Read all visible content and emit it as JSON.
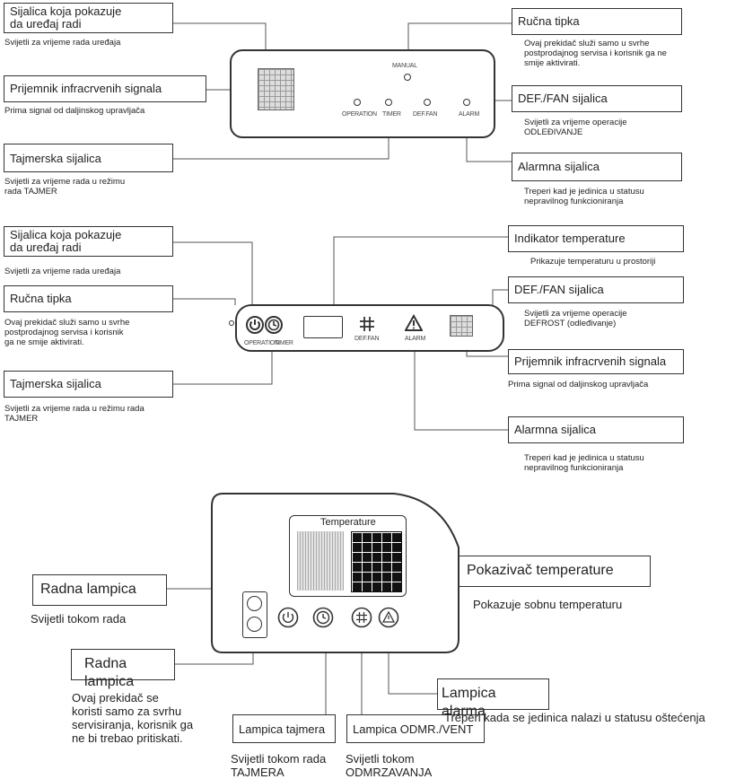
{
  "panel1": {
    "callouts": {
      "operation_lamp": {
        "title": "Sijalica koja pokazuje\nda uređaj radi",
        "desc": "Svijetli za vrijeme rada uređaja"
      },
      "manual_button": {
        "title": "Ručna tipka",
        "desc": "Ovaj prekidač služi samo u svrhe\npostprodajnog servisa i korisnik ga ne\nsmije aktivirati."
      },
      "ir_receiver": {
        "title": "Prijemnik infracrvenih signala",
        "desc": "Prima signal od daljinskog upravljača"
      },
      "def_fan_lamp": {
        "title": "DEF./FAN sijalica",
        "desc": "Svijetli za vrijeme operacije\nODLEĐIVANJE"
      },
      "timer_lamp": {
        "title": "Tajmerska sijalica",
        "desc": "Svijetli za vrijeme rada u režimu\nrada TAJMER"
      },
      "alarm_lamp": {
        "title": "Alarmna sijalica",
        "desc": "Treperi kad je jedinica u statusu\nnepravilnog funkcioniranja"
      }
    },
    "panel_labels": {
      "manual": "MANUAL",
      "operation": "OPERATION",
      "timer": "TIMER",
      "def_fan": "DEF.FAN",
      "alarm": "ALARM"
    }
  },
  "panel2": {
    "callouts": {
      "operation_lamp": {
        "title": "Sijalica koja pokazuje\nda uređaj radi",
        "desc": "Svijetli za vrijeme rada uređaja"
      },
      "manual_button": {
        "title": "Ručna tipka",
        "desc": "Ovaj prekidač služi samo u svrhe\npostprodajnog servisa i korisnik\nga ne smije aktivirati."
      },
      "timer_lamp": {
        "title": "Tajmerska sijalica",
        "desc": "Svijetli za vrijeme rada u režimu rada\nTAJMER"
      },
      "temp_indicator": {
        "title": "Indikator temperature",
        "desc": "Prikazuje temperaturu u prostoriji"
      },
      "def_fan_lamp": {
        "title": "DEF./FAN sijalica",
        "desc": "Svijetli za vrijeme operacije\nDEFROST (odleđivanje)"
      },
      "ir_receiver": {
        "title": "Prijemnik infracrvenih signala",
        "desc": "Prima signal od daljinskog upravljača"
      },
      "alarm_lamp": {
        "title": "Alarmna sijalica",
        "desc": "Treperi kad je jedinica u statusu\nnepravilnog funkcioniranja"
      }
    },
    "panel_labels": {
      "operation": "OPERATION",
      "timer": "TIMER",
      "def_fan": "DEF.FAN",
      "alarm": "ALARM"
    }
  },
  "panel3": {
    "temperature_label": "Temperature",
    "callouts": {
      "temp_display": {
        "title": "Pokazivač temperature",
        "desc": "Pokazuje sobnu temperaturu"
      },
      "operation_lamp": {
        "title": "Radna lampica",
        "desc": "Svijetli tokom rada"
      },
      "manual_button": {
        "title": "Radna lampica",
        "desc": "Ovaj prekidač se\nkoristi samo za svrhu\nservisiranja, korisnik ga\nne bi trebao pritiskati."
      },
      "timer_lamp": {
        "title": "Lampica tajmera",
        "desc": "Svijetli tokom rada\nTAJMERA"
      },
      "defrost_lamp": {
        "title": "Lampica ODMR./VENT",
        "desc": "Svijetli tokom\nODMRZAVANJA"
      },
      "alarm_lamp": {
        "title": "Lampica alarma",
        "desc": "Treperi kada se jedinica nalazi u statusu oštećenja"
      }
    }
  }
}
